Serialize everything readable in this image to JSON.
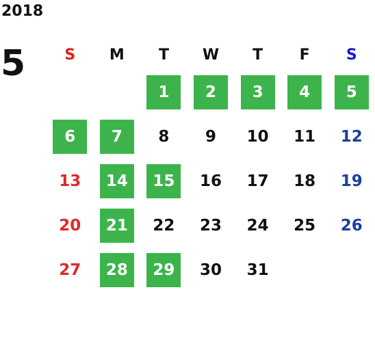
{
  "year": "2018",
  "month": "5",
  "colors": {
    "highlight": "#3cb44b",
    "sunday": "#e02828",
    "saturday": "#1e3f9c",
    "text": "#111111"
  },
  "weekdays": [
    "S",
    "M",
    "T",
    "W",
    "T",
    "F",
    "S"
  ],
  "weeks": [
    [
      null,
      null,
      {
        "day": "1",
        "hl": true
      },
      {
        "day": "2",
        "hl": true
      },
      {
        "day": "3",
        "hl": true
      },
      {
        "day": "4",
        "hl": true
      },
      {
        "day": "5",
        "hl": true
      }
    ],
    [
      {
        "day": "6",
        "hl": true
      },
      {
        "day": "7",
        "hl": true
      },
      {
        "day": "8",
        "hl": false
      },
      {
        "day": "9",
        "hl": false
      },
      {
        "day": "10",
        "hl": false
      },
      {
        "day": "11",
        "hl": false
      },
      {
        "day": "12",
        "hl": false
      }
    ],
    [
      {
        "day": "13",
        "hl": false
      },
      {
        "day": "14",
        "hl": true
      },
      {
        "day": "15",
        "hl": true
      },
      {
        "day": "16",
        "hl": false
      },
      {
        "day": "17",
        "hl": false
      },
      {
        "day": "18",
        "hl": false
      },
      {
        "day": "19",
        "hl": false
      }
    ],
    [
      {
        "day": "20",
        "hl": false
      },
      {
        "day": "21",
        "hl": true
      },
      {
        "day": "22",
        "hl": false
      },
      {
        "day": "23",
        "hl": false
      },
      {
        "day": "24",
        "hl": false
      },
      {
        "day": "25",
        "hl": false
      },
      {
        "day": "26",
        "hl": false
      }
    ],
    [
      {
        "day": "27",
        "hl": false
      },
      {
        "day": "28",
        "hl": true
      },
      {
        "day": "29",
        "hl": true
      },
      {
        "day": "30",
        "hl": false
      },
      {
        "day": "31",
        "hl": false
      },
      null,
      null
    ]
  ]
}
